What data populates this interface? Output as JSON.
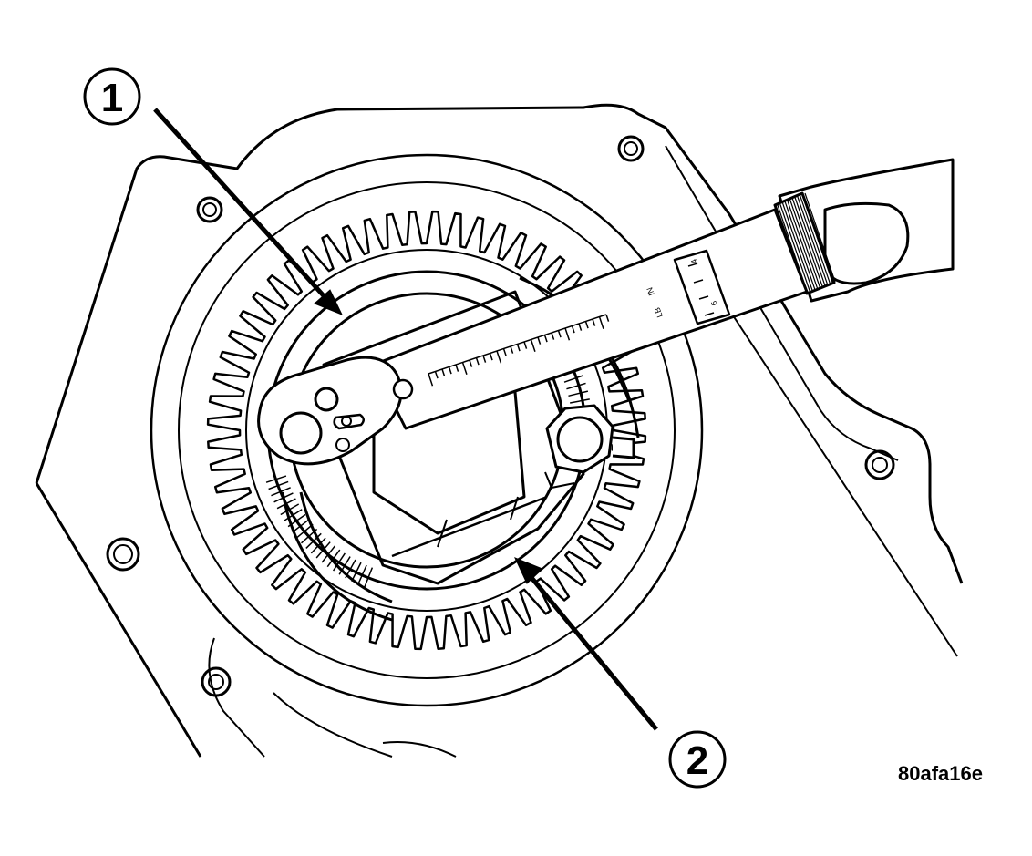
{
  "callouts": [
    {
      "id": "1",
      "label": "1"
    },
    {
      "id": "2",
      "label": "2"
    }
  ],
  "figure_code": "80afa16e",
  "wrench_scale": {
    "unit_in": "IN",
    "unit_lb": "LB",
    "mark_a": "4",
    "mark_b": "6"
  },
  "colors": {
    "line": "#000000",
    "background": "#ffffff"
  }
}
